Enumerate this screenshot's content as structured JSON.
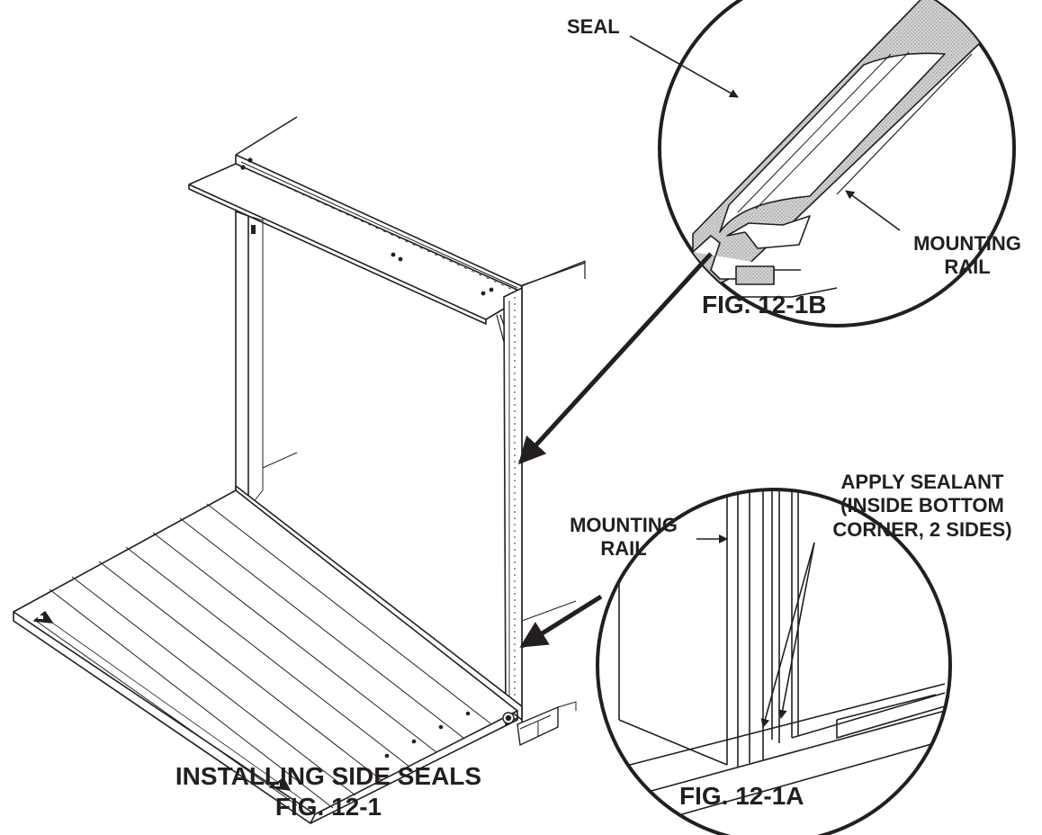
{
  "colors": {
    "ink": "#231f20",
    "paper": "#ffffff",
    "shade": "#bdbdbd"
  },
  "callouts": {
    "seal": "SEAL",
    "mounting_rail_top": [
      "MOUNTING",
      "RAIL"
    ],
    "mounting_rail_bottom": [
      "MOUNTING",
      "RAIL"
    ],
    "apply_sealant": [
      "APPLY SEALANT",
      "(INSIDE BOTTOM",
      "CORNER, 2 SIDES)"
    ]
  },
  "figures": {
    "detail_b": "FIG. 12-1B",
    "detail_a": "FIG. 12-1A"
  },
  "caption": {
    "title": "INSTALLING SIDE SEALS",
    "figure": "FIG. 12-1"
  }
}
